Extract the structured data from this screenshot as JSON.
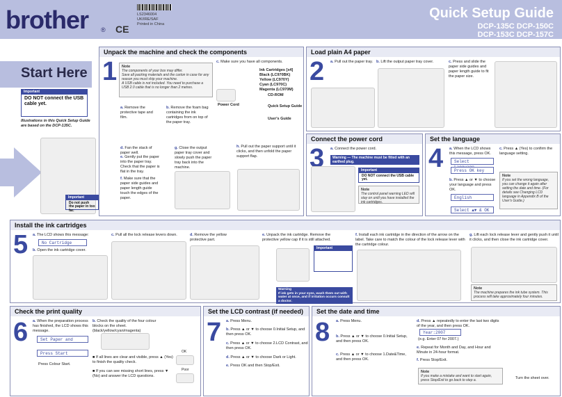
{
  "header": {
    "brand": "brother",
    "registered": "®",
    "ce": "CE",
    "doc_code": "LS2346004",
    "doc_region": "UK/IRE/SAF",
    "printed": "Printed in China",
    "title": "Quick Setup Guide",
    "models_line1": "DCP-135C  DCP-150C",
    "models_line2": "DCP-153C  DCP-157C"
  },
  "start": {
    "label": "Start Here",
    "important_head": "Important",
    "important_body": "DO NOT connect the USB cable yet.",
    "illus_note": "Illustrations in this Quick Setup Guide are based on the DCP-135C."
  },
  "s1": {
    "title": "Unpack the machine and check the components",
    "num": "1",
    "note_head": "Note",
    "notes": [
      "The components of your box may differ.",
      "Save all packing materials and the carton in case for any reason you must ship your machine.",
      "A USB cable is not included. You need to purchase a USB 2.0 cable that is no longer than 2 metres."
    ],
    "a": "Remove the protective tape and film.",
    "b": "Remove the foam bag containing the ink cartridges from on top of the paper tray.",
    "c": "Make sure you have all components.",
    "ink_head": "Ink Cartridges [x4]",
    "ink_black": "Black (LC970BK)",
    "ink_yellow": "Yellow (LC970Y)",
    "ink_cyan": "Cyan (LC970C)",
    "ink_magenta": "Magenta (LC970M)",
    "cdrom": "CD-ROM",
    "qsg": "Quick Setup Guide",
    "ug": "User's Guide",
    "cord": "Power Cord",
    "d": "Fan the stack of paper well.",
    "e": "Gently put the paper into the paper tray. Check that the paper is flat in the tray.",
    "f": "Make sure that the paper side guides and paper length guide touch the edges of the paper.",
    "g": "Close the output paper tray cover and slowly push the paper tray back into the machine.",
    "h": "Pull out the paper support until it clicks, and then unfold the paper support flap.",
    "imp_head": "Important",
    "imp_body": "Do not push the paper in too far."
  },
  "s2": {
    "title": "Load plain A4 paper",
    "num": "2",
    "a": "Pull out the paper tray.",
    "b": "Lift the output paper tray cover.",
    "c": "Press and slide the paper side guides and paper length guide to fit the paper size."
  },
  "s3": {
    "title": "Connect the power cord",
    "num": "3",
    "a": "Connect the power cord.",
    "warn": "Warning",
    "warn_body": "The machine must be fitted with an earthed plug.",
    "imp_head": "Important",
    "imp_body": "DO NOT connect the USB cable yet.",
    "note_head": "Note",
    "note_body": "The control panel warning LED will stay on until you have installed the ink cartridges."
  },
  "s4": {
    "title": "Set the language",
    "num": "4",
    "a": "When the LCD shows this message, press OK.",
    "lcd1": "Select Language",
    "lcd2": "Press OK key",
    "b": "Press ▲ or ▼ to choose your language and press OK.",
    "lcd3": "English",
    "lcd4": "Select ▲▼ & OK",
    "c": "Press ▲ (Yes) to confirm the language setting.",
    "note_head": "Note",
    "note_body": "If you set the wrong language, you can change it again after setting the date and time. (For details see Changing LCD language in Appendix B of the User's Guide.)"
  },
  "s5": {
    "title": "Install the ink cartridges",
    "num": "5",
    "a": "The LCD shows this message:",
    "lcd": "No Cartridge",
    "b": "Open the ink cartridge cover.",
    "c": "Pull all the lock release levers down.",
    "d": "Remove the yellow protective part.",
    "e": "Unpack the ink cartridge. Remove the protective yellow cap if it is still attached.",
    "imp_head": "Important",
    "warn": "Warning",
    "warn_body": "If ink gets in your eyes, wash them out with water at once, and if irritation occurs consult a doctor.",
    "f": "Install each ink cartridge in the direction of the arrow on the label. Take care to match the colour of the lock release lever with the cartridge colour.",
    "g": "Lift each lock release lever and gently push it until it clicks, and then close the ink cartridge cover.",
    "note_head": "Note",
    "note_body": "The machine prepares the ink tube system. This process will take approximately four minutes."
  },
  "s6": {
    "title": "Check the print quality",
    "num": "6",
    "a": "When the preparation process has finished, the LCD shows this message.",
    "lcd1": "Set Paper and",
    "lcd2": "Press Start",
    "press": "Press Colour Start.",
    "b": "Check the quality of the four colour blocks on the sheet. (black/yellow/cyan/magenta)",
    "ok": "OK",
    "poor": "Poor",
    "b1": "If all lines are clear and visible, press ▲ (Yes) to finish the quality check.",
    "b2": "If you can see missing short lines, press ▼ (No) and answer the LCD questions."
  },
  "s7": {
    "title": "Set the LCD contrast (if needed)",
    "num": "7",
    "a": "Press Menu.",
    "b": "Press ▲ or ▼ to choose 0.Initial Setup, and then press OK.",
    "c": "Press ▲ or ▼ to choose 2.LCD Contrast, and then press OK.",
    "d": "Press ▲ or ▼ to choose Dark or Light.",
    "e": "Press OK and then Stop/Exit."
  },
  "s8": {
    "title": "Set the date and time",
    "num": "8",
    "a": "Press Menu.",
    "b": "Press ▲ or ▼ to choose 0.Initial Setup, and then press OK.",
    "c": "Press ▲ or ▼ to choose 1.Date&Time, and then press OK.",
    "d": "Press ▲ repeatedly to enter the last two digits of the year, and then press OK.",
    "lcd": "Year:2007",
    "eg": "(e.g. Enter 07 for 2007.)",
    "e": "Repeat for Month and Day, and Hour and Minute in 24-hour format.",
    "f": "Press Stop/Exit.",
    "note_head": "Note",
    "note_body": "If you make a mistake and want to start again, press Stop/Exit to go back to step a.",
    "turn": "Turn the sheet over."
  }
}
